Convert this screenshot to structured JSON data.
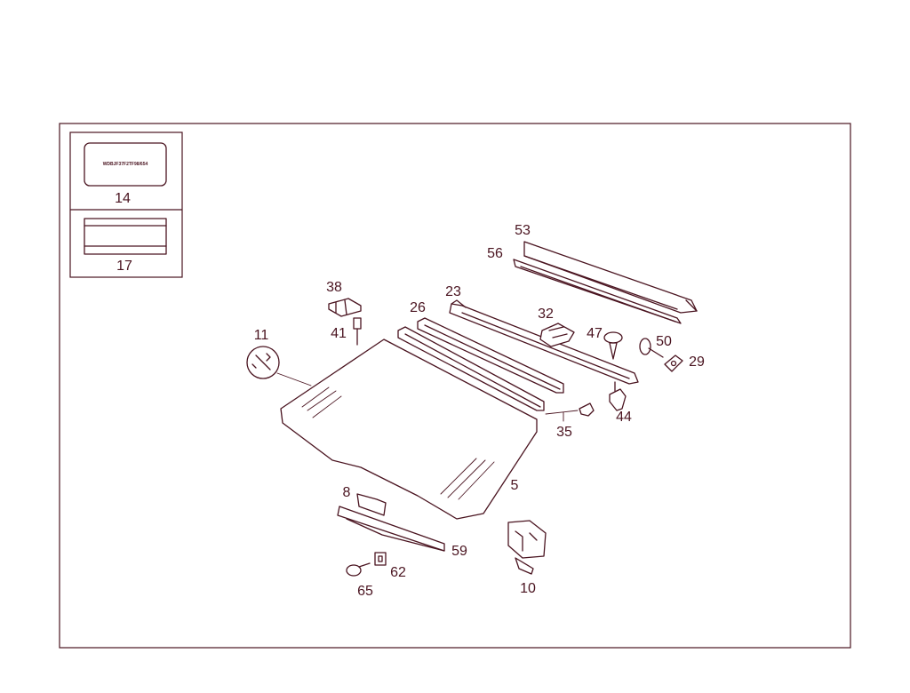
{
  "legend": {
    "items": [
      {
        "number": "14",
        "label_text": "WDBJF37F2TF98/654"
      },
      {
        "number": "17"
      }
    ]
  },
  "callouts": [
    "53",
    "56",
    "38",
    "23",
    "26",
    "32",
    "47",
    "50",
    "29",
    "41",
    "11",
    "44",
    "35",
    "5",
    "8",
    "59",
    "62",
    "65",
    "10"
  ],
  "colors": {
    "line": "#4a1420",
    "background": "#ffffff"
  }
}
